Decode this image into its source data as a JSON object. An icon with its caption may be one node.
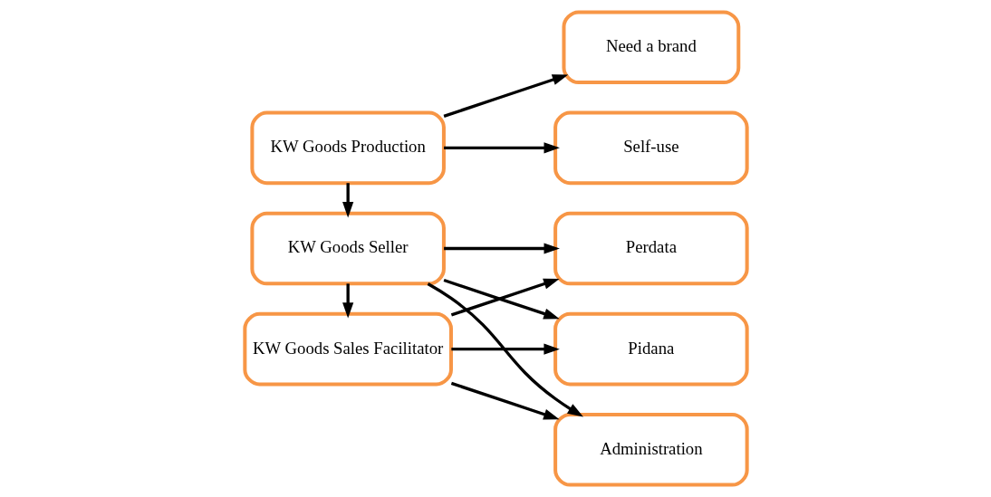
{
  "diagram": {
    "nodes": [
      {
        "text": [
          "KW Goods Production"
        ]
      },
      {
        "text": [
          "Self-use"
        ]
      },
      {
        "text": [
          "Need a brand"
        ]
      },
      {
        "text": [
          "KW Goods Seller"
        ]
      },
      {
        "text": [
          "Perdata"
        ]
      },
      {
        "text": [
          "KW Goods Sales Facilitator"
        ]
      },
      {
        "text": [
          "Pidana"
        ]
      },
      {
        "text": [
          "Administration"
        ]
      }
    ],
    "edges": [
      {
        "from": 0,
        "to": 1,
        "arrow": "to"
      },
      {
        "from": 0,
        "to": 3,
        "arrow": "to"
      },
      {
        "from": 0,
        "to": 2,
        "arrow": "to"
      },
      {
        "from": 3,
        "to": 5,
        "arrow": "to"
      },
      {
        "from": 3,
        "to": 4,
        "arrow": "to"
      },
      {
        "from": 3,
        "to": 6,
        "arrow": "to"
      },
      {
        "from": 3,
        "to": 7,
        "arrow": "to"
      },
      {
        "from": 5,
        "to": 4,
        "arrow": "to"
      },
      {
        "from": 5,
        "to": 6,
        "arrow": "to"
      },
      {
        "from": 5,
        "to": 7,
        "arrow": "to"
      }
    ]
  }
}
